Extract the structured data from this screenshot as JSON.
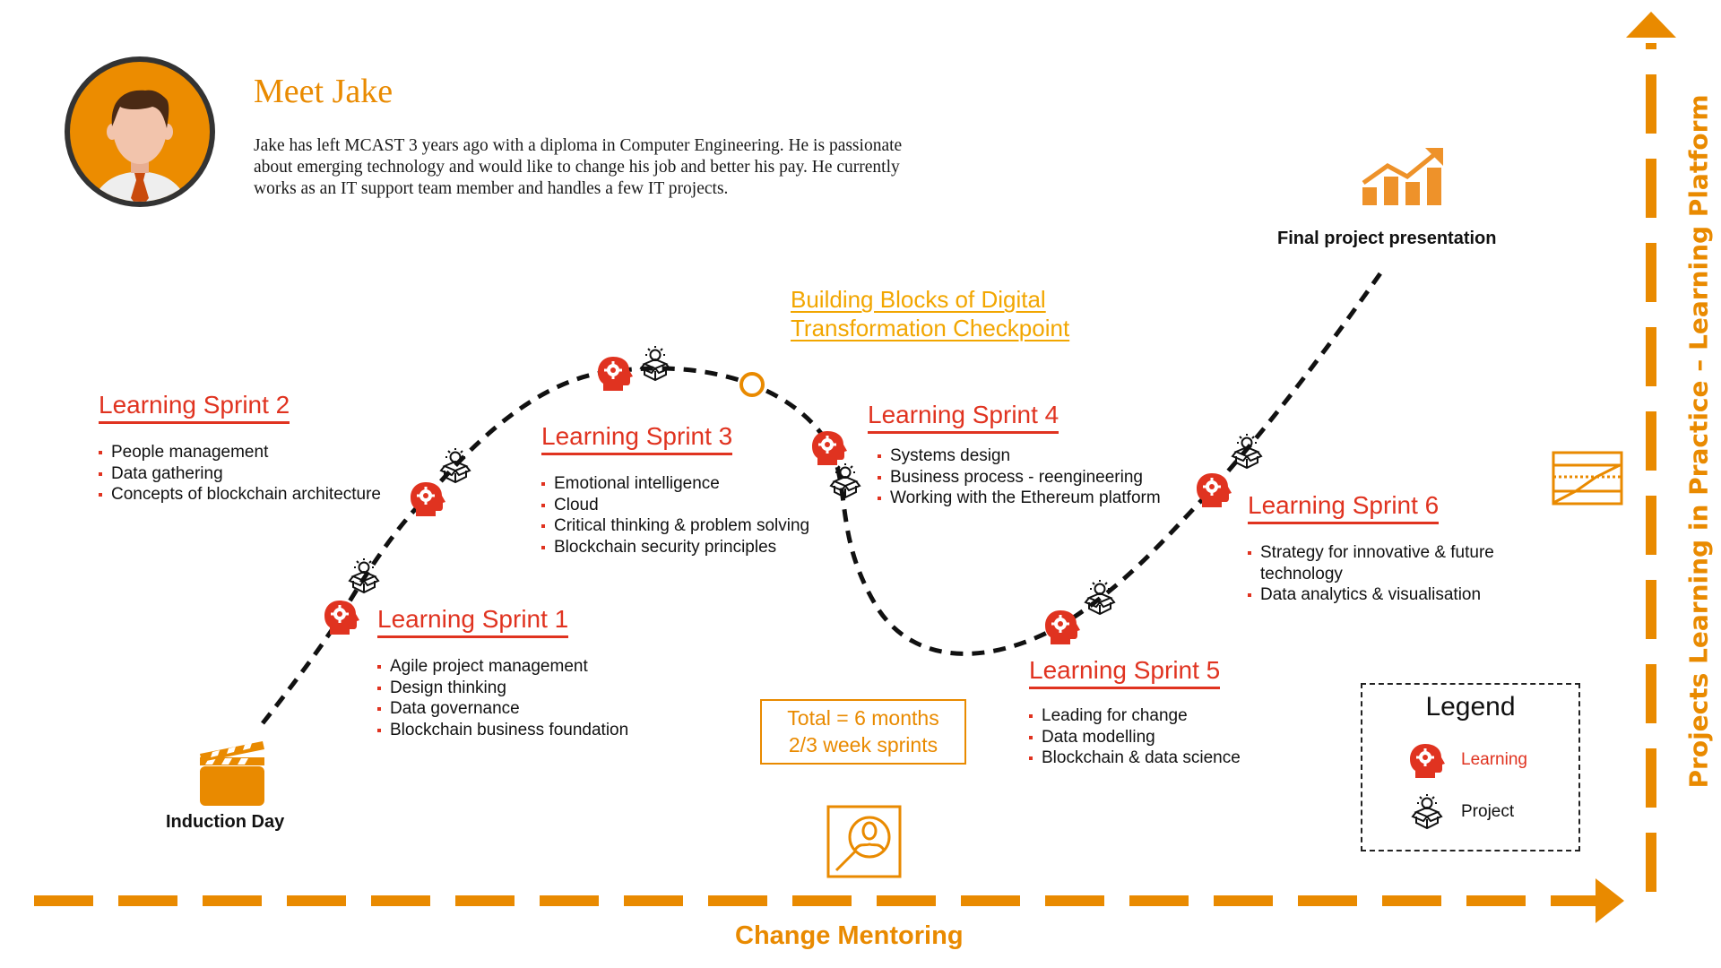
{
  "persona": {
    "title": "Meet Jake",
    "description": "Jake has left MCAST 3 years ago with a diploma in Computer Engineering. He is passionate about emerging technology and would like to change his job and better his pay. He currently works as an IT support team member and handles a few IT projects.",
    "avatar_icon": "person-avatar-icon"
  },
  "milestones": {
    "start": {
      "label": "Induction Day",
      "icon": "clapperboard-icon"
    },
    "end": {
      "label": "Final project presentation",
      "icon": "growth-chart-icon"
    },
    "checkpoint": {
      "line1": "Building Blocks of Digital",
      "line2": "Transformation Checkpoint",
      "icon": "circle-marker-icon"
    }
  },
  "sprints": [
    {
      "title": "Learning Sprint 1",
      "topics": [
        "Agile project management",
        "Design thinking",
        "Data governance",
        "Blockchain business foundation"
      ]
    },
    {
      "title": "Learning Sprint 2",
      "topics": [
        "People management",
        "Data gathering",
        "Concepts of blockchain architecture"
      ]
    },
    {
      "title": "Learning Sprint 3",
      "topics": [
        "Emotional intelligence",
        "Cloud",
        "Critical thinking & problem solving",
        "Blockchain security principles"
      ]
    },
    {
      "title": "Learning Sprint 4",
      "topics": [
        "Systems design",
        "Business process - reengineering",
        "Working with the Ethereum platform"
      ]
    },
    {
      "title": "Learning Sprint 5",
      "topics": [
        "Leading for change",
        "Data modelling",
        "Blockchain & data science"
      ]
    },
    {
      "title": "Learning Sprint 6",
      "topics": [
        "Strategy for innovative & future technology",
        "Data analytics & visualisation"
      ]
    }
  ],
  "summary": {
    "line1": "Total = 6 months",
    "line2": "2/3 week sprints"
  },
  "axes": {
    "horizontal_label": "Change Mentoring",
    "horizontal_icon": "mentor-search-icon",
    "vertical_label": "Projects Learning in Practice – Learning Platform",
    "vertical_icon": "table-chart-icon"
  },
  "legend": {
    "title": "Legend",
    "items": [
      {
        "label": "Learning",
        "icon": "learning-head-icon",
        "color": "#E03320"
      },
      {
        "label": "Project",
        "icon": "project-idea-box-icon",
        "color": "#111111"
      }
    ]
  },
  "colors": {
    "accent": "#E98A00",
    "learning": "#E03320",
    "checkpoint": "#F2A600",
    "text": "#111111"
  }
}
